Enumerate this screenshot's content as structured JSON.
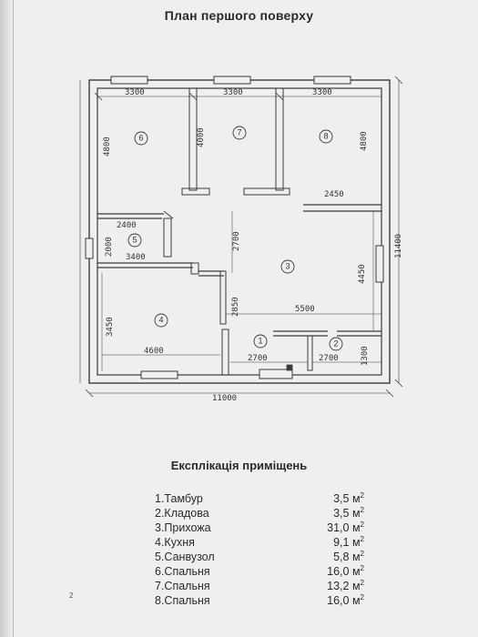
{
  "title": "План першого поверху",
  "dimensions": {
    "top1": "3300",
    "top2": "3300",
    "top3": "3300",
    "r6_height": "4800",
    "r7_height": "4000",
    "r8_height": "4800",
    "r8_width": "2450",
    "bath_top": "2400",
    "bath_height": "2000",
    "bath_bottom": "3400",
    "hall_mid": "2700",
    "right_height": "11400",
    "r3_height": "4450",
    "corr_width": "5500",
    "kitchen_height": "3450",
    "corr_height": "2850",
    "kitchen_width": "4600",
    "r1_width": "2700",
    "r2_width": "2700",
    "r2_height": "1300",
    "overall_width": "11000"
  },
  "room_numbers": [
    "1",
    "2",
    "3",
    "4",
    "5",
    "6",
    "7",
    "8"
  ],
  "explication": {
    "title": "Експлікація приміщень",
    "unit": "м",
    "unit_power": "2",
    "rooms": [
      {
        "name": "1.Тамбур",
        "area": "3,5"
      },
      {
        "name": "2.Кладова",
        "area": "3,5"
      },
      {
        "name": "3.Прихожа",
        "area": "31,0"
      },
      {
        "name": "4.Кухня",
        "area": "9,1"
      },
      {
        "name": "5.Санвузол",
        "area": "5,8"
      },
      {
        "name": "6.Спальня",
        "area": "16,0"
      },
      {
        "name": "7.Спальня",
        "area": "13,2"
      },
      {
        "name": "8.Спальня",
        "area": "16,0"
      }
    ]
  },
  "page_mark": "2"
}
